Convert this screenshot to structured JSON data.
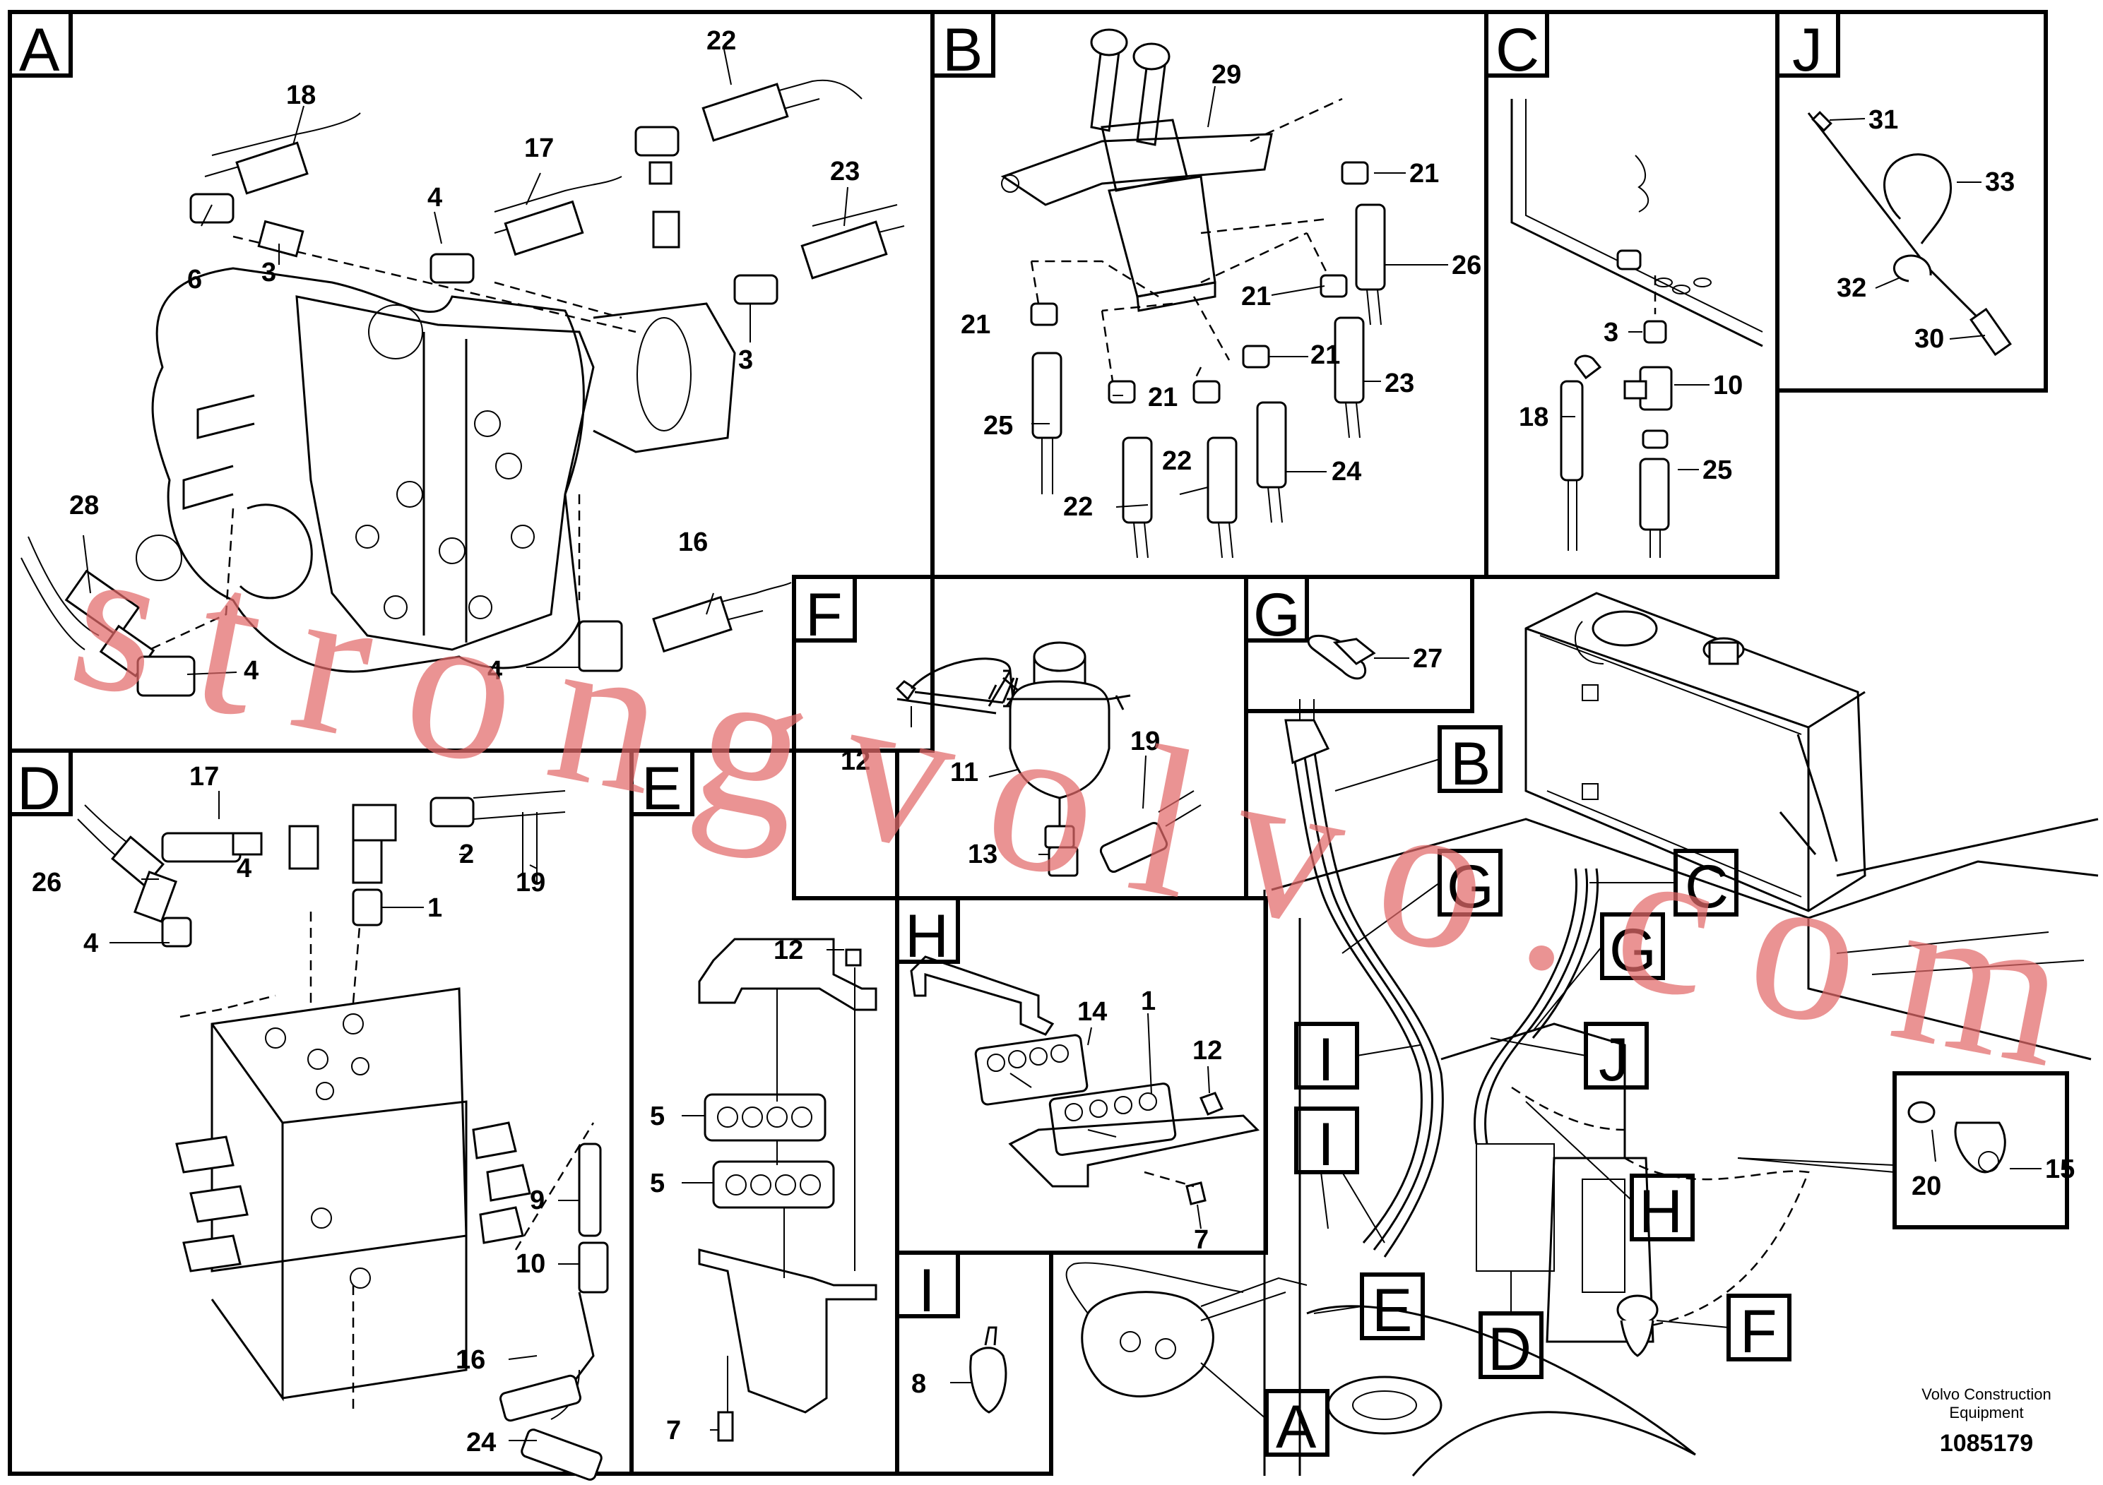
{
  "panels": [
    {
      "id": "A",
      "letter": "A"
    },
    {
      "id": "B",
      "letter": "B"
    },
    {
      "id": "C",
      "letter": "C"
    },
    {
      "id": "J",
      "letter": "J"
    },
    {
      "id": "D",
      "letter": "D"
    },
    {
      "id": "E",
      "letter": "E"
    },
    {
      "id": "F",
      "letter": "F"
    },
    {
      "id": "G",
      "letter": "G"
    },
    {
      "id": "H",
      "letter": "H"
    },
    {
      "id": "I",
      "letter": "I"
    }
  ],
  "callouts": {
    "A": [
      "22",
      "18",
      "17",
      "23",
      "4",
      "6",
      "3",
      "3",
      "28",
      "16",
      "4",
      "4"
    ],
    "B": [
      "29",
      "21",
      "26",
      "21",
      "21",
      "21",
      "21",
      "23",
      "25",
      "22",
      "24",
      "22"
    ],
    "C": [
      "3",
      "10",
      "18",
      "25"
    ],
    "J": [
      "31",
      "33",
      "32",
      "30"
    ],
    "D": [
      "17",
      "26",
      "4",
      "1",
      "2",
      "19",
      "4",
      "9",
      "10",
      "16",
      "24"
    ],
    "E": [
      "12",
      "5",
      "5",
      "7"
    ],
    "F": [
      "12",
      "11",
      "19",
      "13"
    ],
    "G": [
      "27"
    ],
    "H": [
      "14",
      "1",
      "12",
      "7"
    ],
    "I": [
      "8"
    ],
    "overview": [
      "20",
      "15"
    ]
  },
  "overview_tags": [
    "B",
    "G",
    "C",
    "G",
    "I",
    "J",
    "I",
    "H",
    "E",
    "D",
    "F",
    "A"
  ],
  "footer": {
    "company_line1": "Volvo Construction",
    "company_line2": "Equipment",
    "drawing_number": "1085179"
  },
  "watermark": "strongvolvo.com",
  "colors": {
    "line": "#000000",
    "background": "#ffffff",
    "watermark": "#e36a6a"
  }
}
